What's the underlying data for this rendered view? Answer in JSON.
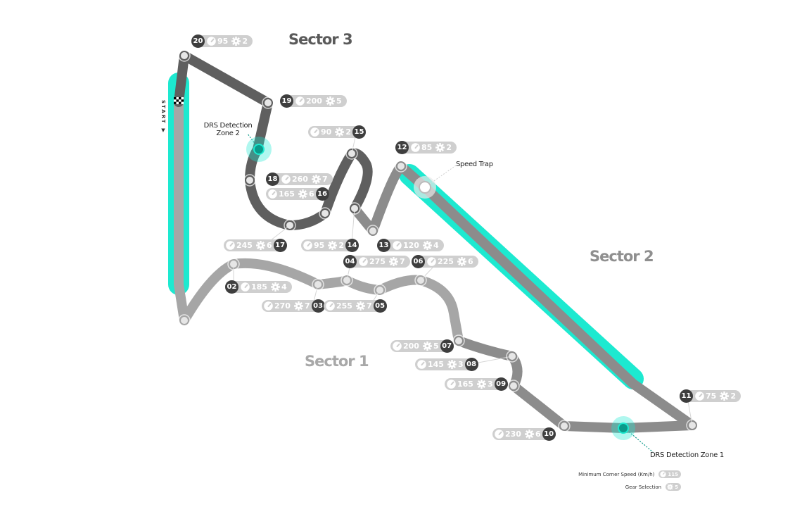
{
  "colors": {
    "sector1": "#a6a6a6",
    "sector2": "#8c8c8c",
    "sector3": "#5f5f5f",
    "drs": "#1de9d0",
    "drs_dark": "#0a9a8a",
    "pill_bg": "#cfcfcf",
    "turn_badge": "#3e3e3e",
    "sector1_title": "#a8a8a8",
    "sector2_title": "#8f8f8f",
    "sector3_title": "#5a5a5a"
  },
  "sectors": [
    {
      "label": "Sector 1"
    },
    {
      "label": "Sector 2"
    },
    {
      "label": "Sector 3"
    }
  ],
  "start_label": "START",
  "annotations": {
    "drs_zone_1": "DRS Detection Zone 1",
    "drs_zone_2_line1": "DRS Detection",
    "drs_zone_2_line2": "Zone 2",
    "speed_trap": "Speed Trap"
  },
  "corners": [
    {
      "turn": "02",
      "speed": "185",
      "gear": "4"
    },
    {
      "turn": "03",
      "speed": "270",
      "gear": "7"
    },
    {
      "turn": "04",
      "speed": "275",
      "gear": "7"
    },
    {
      "turn": "05",
      "speed": "255",
      "gear": "7"
    },
    {
      "turn": "06",
      "speed": "225",
      "gear": "6"
    },
    {
      "turn": "07",
      "speed": "200",
      "gear": "5"
    },
    {
      "turn": "08",
      "speed": "145",
      "gear": "3"
    },
    {
      "turn": "09",
      "speed": "165",
      "gear": "3"
    },
    {
      "turn": "10",
      "speed": "230",
      "gear": "6"
    },
    {
      "turn": "11",
      "speed": "75",
      "gear": "2"
    },
    {
      "turn": "12",
      "speed": "85",
      "gear": "2"
    },
    {
      "turn": "13",
      "speed": "120",
      "gear": "4"
    },
    {
      "turn": "14",
      "speed": "95",
      "gear": "2"
    },
    {
      "turn": "15",
      "speed": "90",
      "gear": "2"
    },
    {
      "turn": "16",
      "speed": "165",
      "gear": "6"
    },
    {
      "turn": "17",
      "speed": "245",
      "gear": "6"
    },
    {
      "turn": "18",
      "speed": "260",
      "gear": "7"
    },
    {
      "turn": "19",
      "speed": "200",
      "gear": "5"
    },
    {
      "turn": "20",
      "speed": "95",
      "gear": "2"
    }
  ],
  "legend": {
    "speed_label": "Minimum Corner Speed (Km/h)",
    "speed_example": "115",
    "gear_label": "Gear Selection",
    "gear_example": "5"
  }
}
